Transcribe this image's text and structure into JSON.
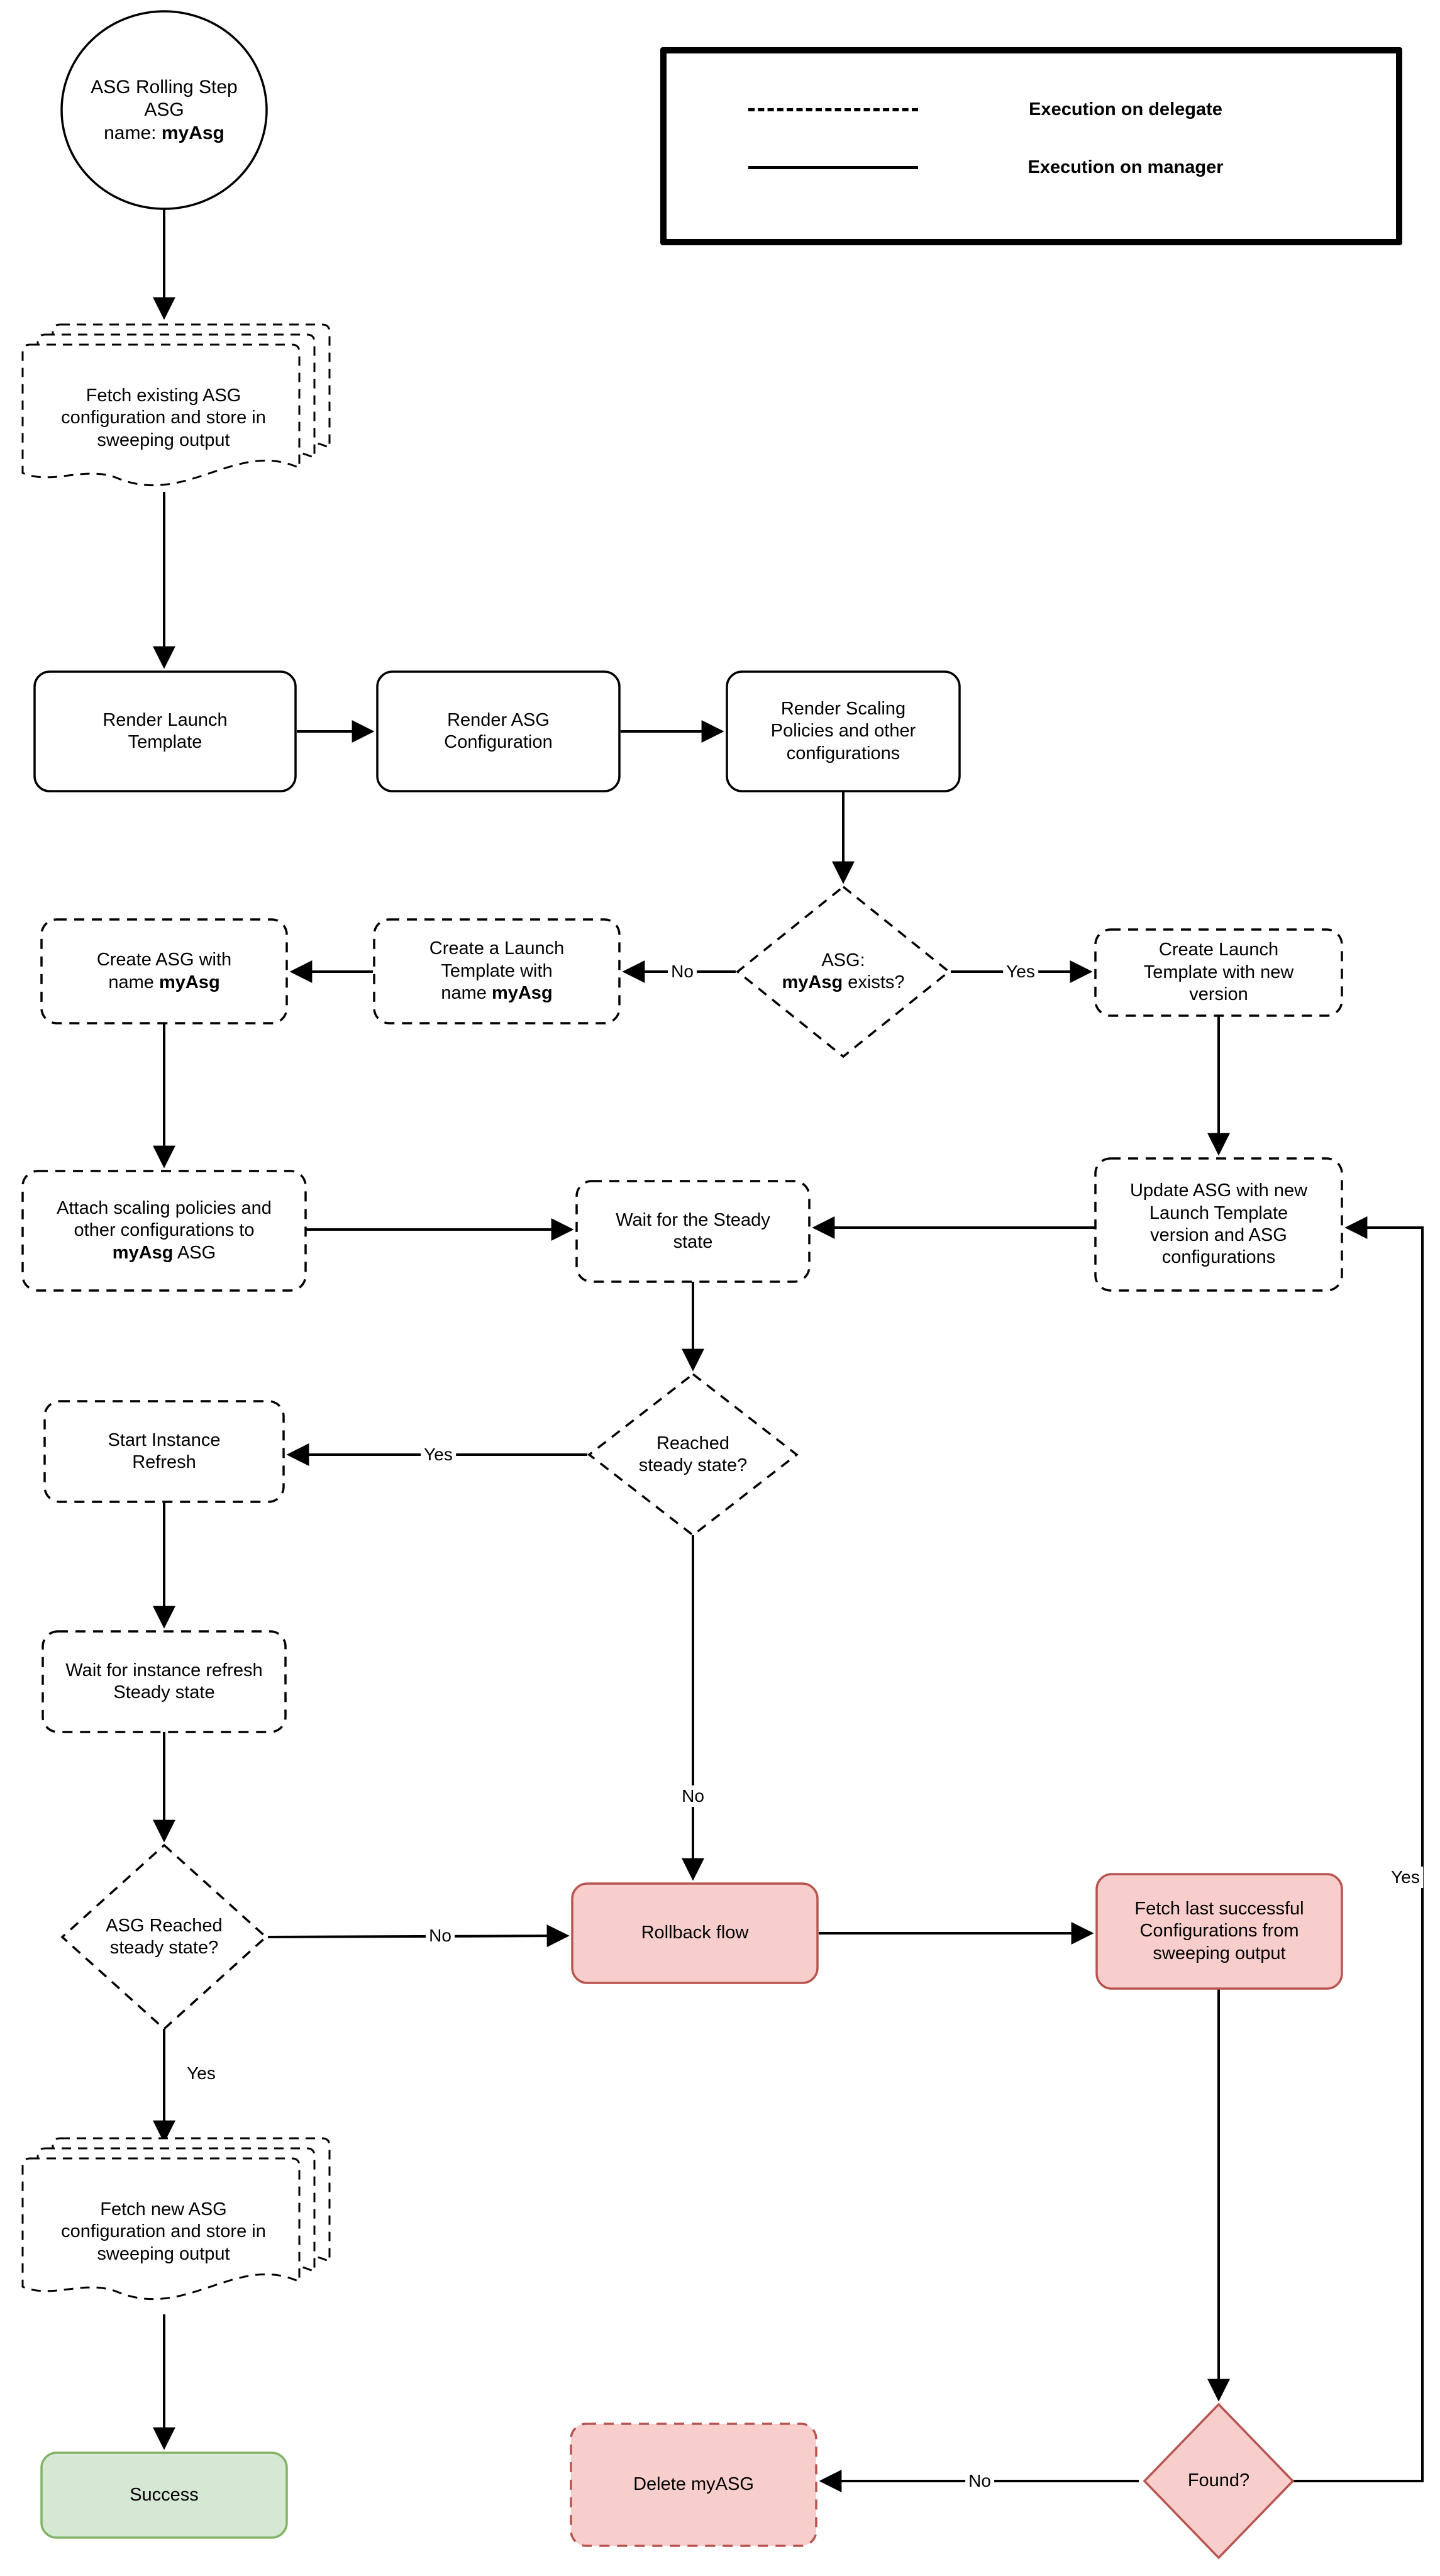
{
  "diagram": {
    "title_hint": "ASG Rolling Step flowchart",
    "nodes": {
      "start_circle": {
        "line1": "ASG Rolling Step",
        "line2": "ASG",
        "line3_prefix": "name: ",
        "line3_bold": "myAsg"
      },
      "fetch_existing": {
        "text": "Fetch existing ASG configuration and store in sweeping output"
      },
      "render_launch": {
        "text": "Render Launch Template"
      },
      "render_asg": {
        "text": "Render ASG Configuration"
      },
      "render_scaling": {
        "text": "Render Scaling Policies and other configurations"
      },
      "asg_exists": {
        "line1": "ASG:",
        "line2_bold": "myAsg",
        "line2_suffix": " exists?"
      },
      "create_launch_template": {
        "prefix": "Create a Launch Template with name ",
        "bold": "myAsg"
      },
      "create_asg": {
        "prefix": "Create ASG with name ",
        "bold": "myAsg"
      },
      "create_lt_new_version": {
        "text": "Create Launch Template with new version"
      },
      "attach_policies": {
        "prefix": "Attach scaling policies and other configurations to ",
        "bold": "myAsg",
        "suffix": " ASG"
      },
      "wait_steady": {
        "text": "Wait for the Steady state"
      },
      "update_asg": {
        "text": "Update ASG with new Launch Template version and ASG configurations"
      },
      "reached_steady": {
        "text": "Reached steady state?"
      },
      "start_instance_refresh": {
        "text": "Start Instance Refresh"
      },
      "wait_instance_refresh": {
        "text": "Wait for instance refresh Steady state"
      },
      "asg_reached_steady": {
        "text": "ASG Reached steady state?"
      },
      "rollback": {
        "text": "Rollback flow"
      },
      "fetch_last_successful": {
        "text": "Fetch last successful Configurations from sweeping output"
      },
      "fetch_new": {
        "text": "Fetch new ASG configuration and store in sweeping output"
      },
      "success": {
        "text": "Success"
      },
      "delete_asg": {
        "text": "Delete myASG"
      },
      "found": {
        "text": "Found?"
      }
    },
    "edge_labels": {
      "no_to_create_lt": "No",
      "yes_to_create_lt_new": "Yes",
      "yes_to_start_refresh": "Yes",
      "no_to_rollback": "No",
      "no_asg_to_rollback": "No",
      "yes_to_fetch_new": "Yes",
      "no_to_delete": "No",
      "yes_loop": "Yes"
    },
    "legend": {
      "delegate_label": "Execution on delegate",
      "manager_label": "Execution on manager"
    },
    "colors": {
      "red_fill": "#f8cecc",
      "red_stroke": "#b85450",
      "green_fill": "#d5e8d4",
      "green_stroke": "#82b366",
      "line": "#000000",
      "background": "#ffffff"
    }
  }
}
